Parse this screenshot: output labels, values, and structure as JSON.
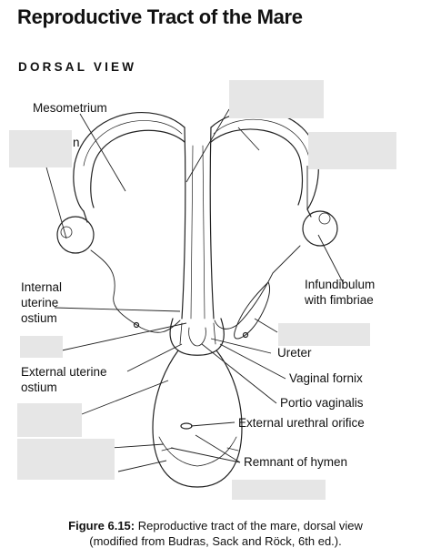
{
  "title": "Reproductive Tract of the Mare",
  "subtitle": "DORSAL VIEW",
  "labels": {
    "mesometrium": "Mesometrium",
    "internal_os_1": "Internal",
    "internal_os_2": "uterine",
    "internal_os_3": "ostium",
    "external_os_1": "External uterine",
    "external_os_2": "ostium",
    "infundibulum_1": "Infundibulum",
    "infundibulum_2": "with fimbriae",
    "ureter": "Ureter",
    "vaginal_fornix": "Vaginal fornix",
    "portio_vaginalis": "Portio vaginalis",
    "external_urethral_orifice": "External urethral orifice",
    "remnant_of_hymen": "Remnant of hymen",
    "partial_n": "n"
  },
  "caption": {
    "figure_label": "Figure 6.15:",
    "text_line1": " Reproductive tract of the mare, dorsal view",
    "text_line2": "(modified from Budras, Sack and Röck, 6th ed.)."
  },
  "colors": {
    "mask": "#e6e6e6",
    "ink": "#222222"
  }
}
